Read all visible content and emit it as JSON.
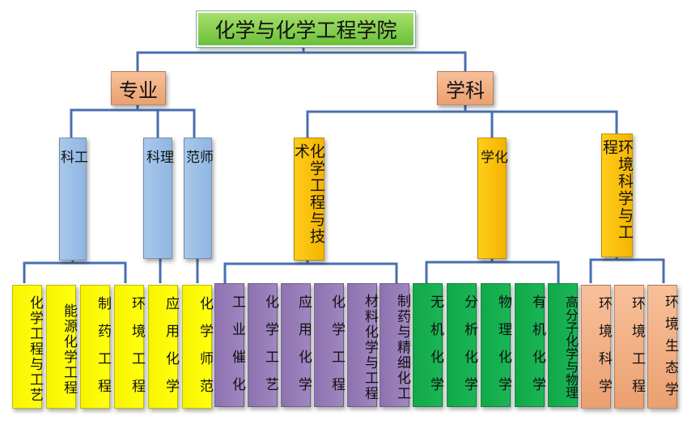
{
  "title": "化学与化学工程学院",
  "branches": {
    "major": "专业",
    "discipline": "学科"
  },
  "major_groups": {
    "engineering": "工科",
    "science": "理科",
    "normal": "师范"
  },
  "discipline_groups": {
    "chem_eng": "化学工程与技术",
    "chem": "化学",
    "env": "环境科学与工程"
  },
  "majors": [
    "化学工程与工艺",
    "能源化学工程",
    "制药工程",
    "环境工程",
    "应用化学",
    "化学师范"
  ],
  "chem_eng_subs": [
    "工业催化",
    "化学工艺",
    "应用化学",
    "化学工程",
    "材料化学与工程",
    "制药与精细化工"
  ],
  "chem_subs": [
    "无机化学",
    "分析化学",
    "物理化学",
    "有机化学",
    "高分子化学与物理"
  ],
  "env_subs": [
    "环境科学",
    "环境工程",
    "环境生态学"
  ],
  "colors": {
    "line": "#4a6fb0",
    "title": "#7ccc47",
    "branch": "#f2ad80",
    "group_major": "#9dbfe7",
    "group_discipline": "#ffc000",
    "yellow": "#ffff00",
    "purple": "#9680b8",
    "green": "#16b050"
  }
}
